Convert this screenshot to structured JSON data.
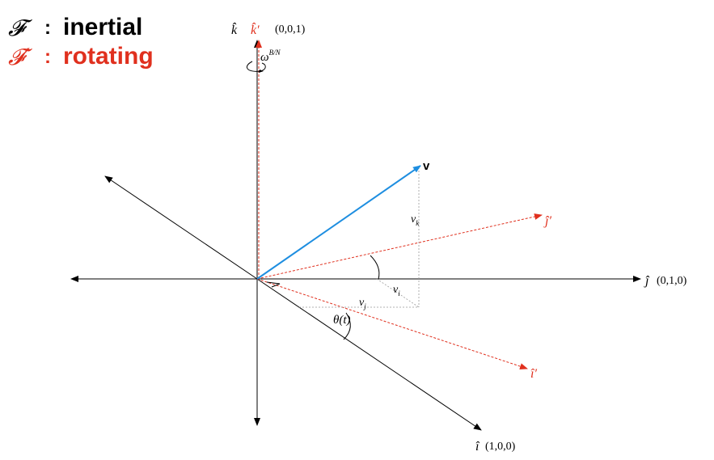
{
  "legend": {
    "inertial": {
      "symbol": "𝓕",
      "sep": ":",
      "label": "inertial",
      "color": "#000000"
    },
    "rotating": {
      "symbol": "𝓕′",
      "sep": ":",
      "label": "rotating",
      "color": "#e0301e"
    }
  },
  "axes": {
    "k_hat": "k̂",
    "k_prime_hat": "k̂′",
    "k_coords": "(0,0,1)",
    "j_hat": "ĵ",
    "j_coords": "(0,1,0)",
    "i_hat": "î",
    "i_coords": "(1,0,0)",
    "j_prime_hat": "ĵ′",
    "i_prime_hat": "î′"
  },
  "omega": {
    "symbol": "ω",
    "sup": "B/N"
  },
  "vector": {
    "label": "v",
    "color": "#1e8ee0"
  },
  "components": {
    "vk": "v",
    "vk_sub": "k",
    "vi": "v",
    "vi_sub": "i",
    "vj": "v",
    "vj_sub": "j"
  },
  "angle": {
    "label": "θ(t)"
  },
  "colors": {
    "black": "#000000",
    "red": "#e0301e",
    "blue": "#1e8ee0",
    "grey": "#999999"
  }
}
